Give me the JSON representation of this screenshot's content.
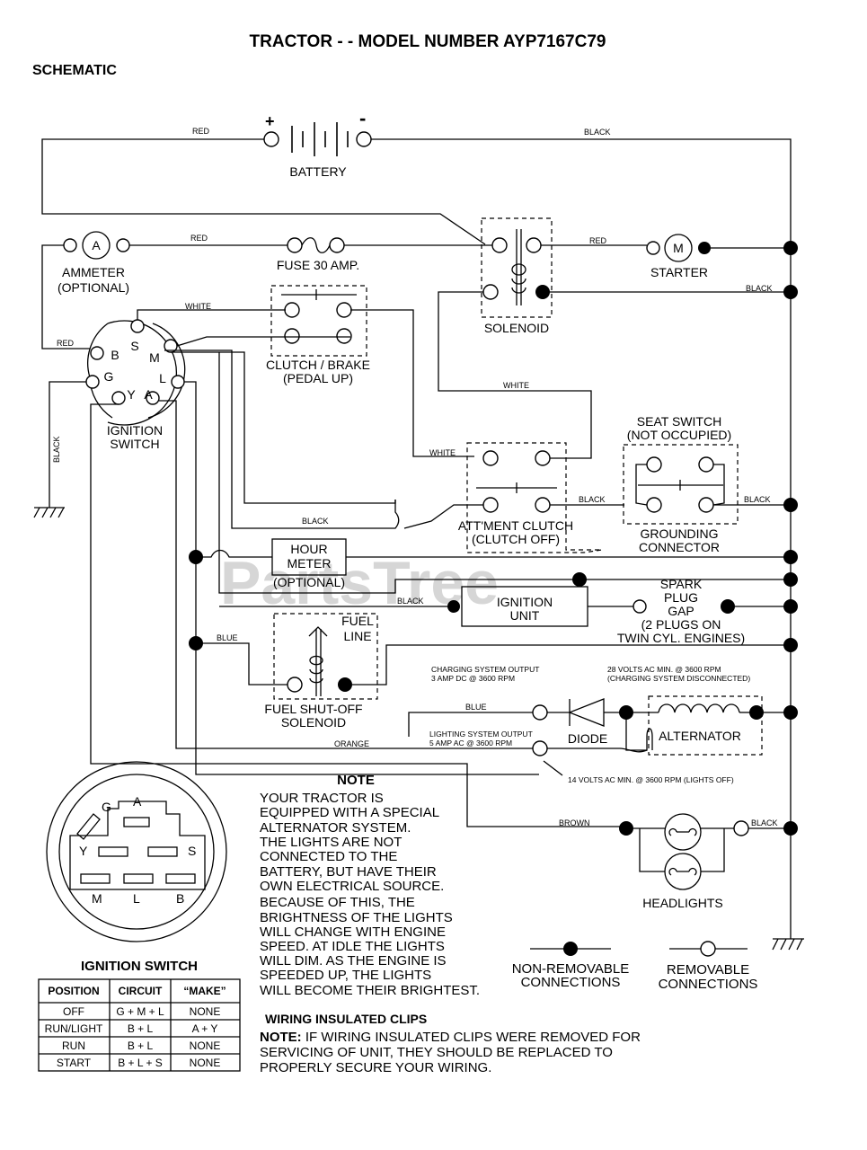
{
  "header": {
    "title": "TRACTOR - - MODEL NUMBER AYP7167C79",
    "subtitle": "SCHEMATIC"
  },
  "watermark": "PartsTree",
  "components": {
    "battery": "BATTERY",
    "battery_plus": "+",
    "battery_minus": "-",
    "ammeter_line1": "AMMETER",
    "ammeter_line2": "(OPTIONAL)",
    "ammeter_symbol": "A",
    "fuse": "FUSE 30 AMP.",
    "starter": "STARTER",
    "starter_symbol": "M",
    "solenoid": "SOLENOID",
    "clutch_brake_line1": "CLUTCH / BRAKE",
    "clutch_brake_line2": "(PEDAL UP)",
    "ignition_switch_line1": "IGNITION",
    "ignition_switch_line2": "SWITCH",
    "seat_switch_line1": "SEAT SWITCH",
    "seat_switch_line2": "(NOT OCCUPIED)",
    "grounding_line1": "GROUNDING",
    "grounding_line2": "CONNECTOR",
    "attment_line1": "ATT'MENT CLUTCH",
    "attment_line2": "(CLUTCH OFF)",
    "hour_meter_line1": "HOUR",
    "hour_meter_line2": "METER",
    "hour_meter_line3": "(OPTIONAL)",
    "ignition_unit_line1": "IGNITION",
    "ignition_unit_line2": "UNIT",
    "spark_line1": "SPARK",
    "spark_line2": "PLUG",
    "spark_line3": "GAP",
    "spark_line4": "(2 PLUGS ON",
    "spark_line5": "TWIN CYL. ENGINES)",
    "fuel_line1": "FUEL",
    "fuel_line2": "LINE",
    "fuel_solenoid_line1": "FUEL SHUT-OFF",
    "fuel_solenoid_line2": "SOLENOID",
    "diode": "DIODE",
    "alternator": "ALTERNATOR",
    "headlights": "HEADLIGHTS",
    "terminal_s": "S",
    "terminal_b": "B",
    "terminal_m": "M",
    "terminal_g": "G",
    "terminal_l": "L",
    "terminal_y": "Y",
    "terminal_a": "A"
  },
  "wire_labels": {
    "red": "RED",
    "black": "BLACK",
    "white": "WHITE",
    "blue": "BLUE",
    "orange": "ORANGE",
    "brown": "BROWN"
  },
  "annotations": {
    "charging_line1": "CHARGING SYSTEM OUTPUT",
    "charging_line2": "3 AMP DC @ 3600 RPM",
    "volts28_line1": "28 VOLTS AC MIN. @ 3600 RPM",
    "volts28_line2": "(CHARGING SYSTEM DISCONNECTED)",
    "lighting_line1": "LIGHTING SYSTEM OUTPUT",
    "lighting_line2": "5 AMP AC @ 3600 RPM",
    "volts14": "14 VOLTS AC MIN. @ 3600 RPM (LIGHTS OFF)"
  },
  "note": {
    "heading": "NOTE",
    "lines": [
      "YOUR TRACTOR IS",
      "EQUIPPED WITH A SPECIAL",
      "ALTERNATOR SYSTEM.",
      "THE LIGHTS ARE NOT",
      "CONNECTED TO THE",
      "BATTERY, BUT HAVE THEIR",
      "OWN ELECTRICAL SOURCE.",
      "BECAUSE OF THIS, THE",
      "BRIGHTNESS OF THE LIGHTS",
      "WILL CHANGE WITH ENGINE",
      "SPEED.  AT IDLE THE LIGHTS",
      "WILL DIM.  AS THE ENGINE IS",
      "SPEEDED UP, THE LIGHTS",
      "WILL BECOME THEIR BRIGHTEST."
    ]
  },
  "legend": {
    "nonremovable_line1": "NON-REMOVABLE",
    "nonremovable_line2": "CONNECTIONS",
    "removable_line1": "REMOVABLE",
    "removable_line2": "CONNECTIONS"
  },
  "clips": {
    "heading": "WIRING INSULATED CLIPS",
    "note_prefix": "NOTE:",
    "line1": " IF WIRING INSULATED CLIPS WERE REMOVED FOR",
    "line2": "SERVICING OF UNIT, THEY SHOULD BE REPLACED TO",
    "line3": "PROPERLY SECURE YOUR WIRING."
  },
  "switch_face": {
    "title": "IGNITION SWITCH",
    "letters": [
      "G",
      "A",
      "Y",
      "S",
      "M",
      "L",
      "B"
    ]
  },
  "ignition_table": {
    "headers": [
      "POSITION",
      "CIRCUIT",
      "“MAKE”"
    ],
    "rows": [
      [
        "OFF",
        "G + M + L",
        "NONE"
      ],
      [
        "RUN/LIGHT",
        "B + L",
        "A + Y"
      ],
      [
        "RUN",
        "B + L",
        "NONE"
      ],
      [
        "START",
        "B + L + S",
        "NONE"
      ]
    ]
  }
}
